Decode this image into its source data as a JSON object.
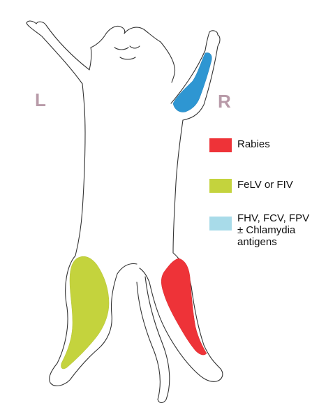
{
  "side_labels": {
    "left": "L",
    "right": "R"
  },
  "legend": [
    {
      "label": "Rabies",
      "color": "#ee3338"
    },
    {
      "label": "FeLV or FIV",
      "color": "#c4d33d"
    },
    {
      "label": "FHV, FCV, FPV\n± Chlamydia\nantigens",
      "color": "#a8dbe9"
    }
  ],
  "regions": {
    "right_foreleg": {
      "color": "#2e96d2",
      "meaning": "FHV, FCV, FPV ± Chlamydia antigens"
    },
    "left_hindleg": {
      "color": "#c4d33d",
      "meaning": "FeLV or FIV"
    },
    "right_hindleg": {
      "color": "#ee3338",
      "meaning": "Rabies"
    }
  },
  "colors": {
    "outline": "#333333",
    "side_label": "#b89aa8"
  }
}
